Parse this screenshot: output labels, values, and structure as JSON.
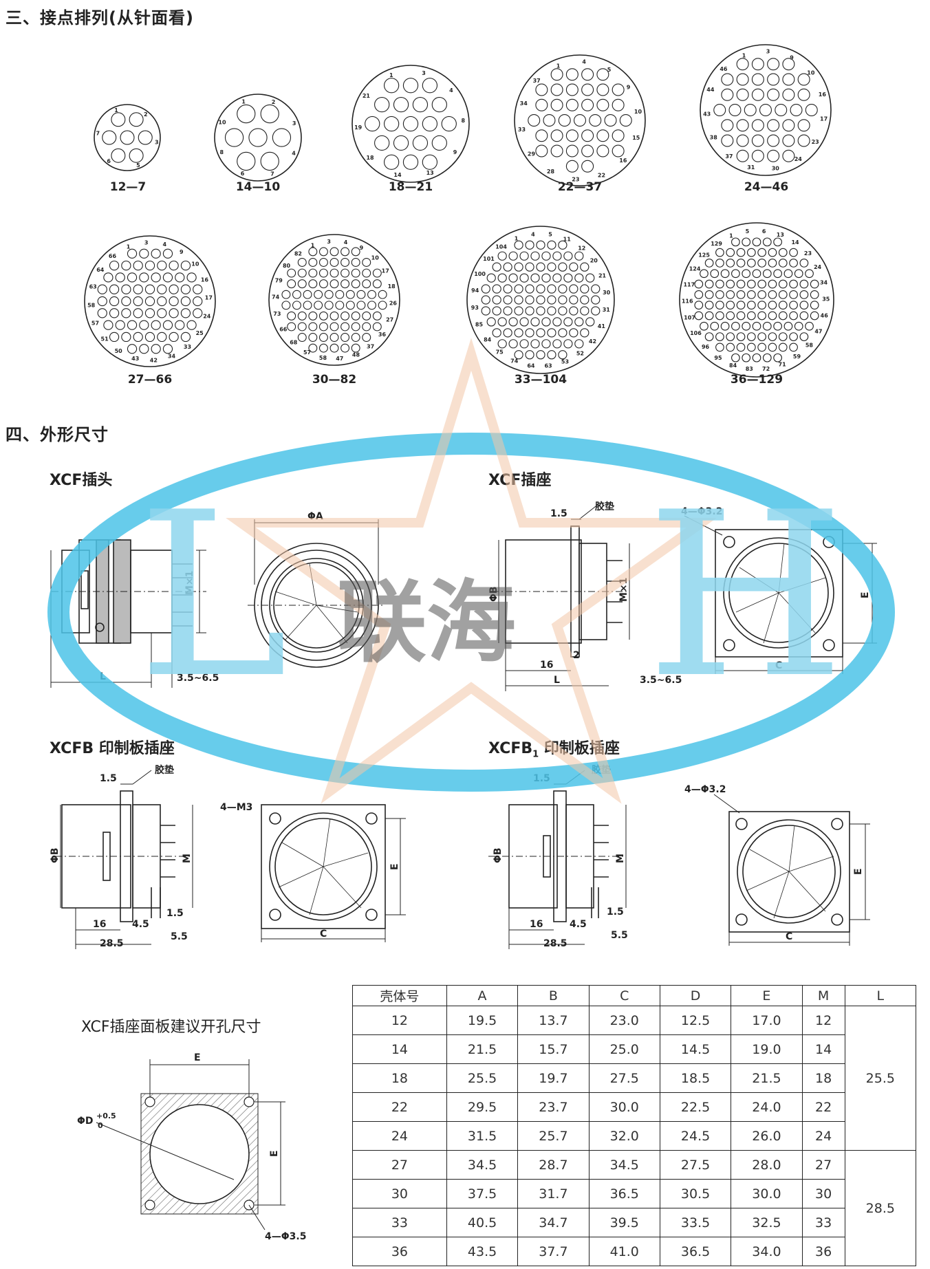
{
  "sections": {
    "contact_layout": "三、接点排列(从针面看)",
    "outline": "四、外形尺寸"
  },
  "layouts": [
    {
      "label": "12—7",
      "pins": [
        1,
        2,
        3,
        5,
        6,
        7
      ]
    },
    {
      "label": "14—10",
      "pins": [
        1,
        2,
        3,
        4,
        7,
        6,
        8,
        10
      ]
    },
    {
      "label": "18—21",
      "pins": [
        1,
        3,
        4,
        8,
        9,
        13,
        14,
        18,
        19,
        21
      ]
    },
    {
      "label": "22—37",
      "pins": [
        1,
        4,
        5,
        9,
        10,
        15,
        16,
        22,
        23,
        28,
        29,
        33,
        34,
        37
      ]
    },
    {
      "label": "24—46",
      "pins": [
        1,
        3,
        9,
        10,
        16,
        17,
        23,
        24,
        30,
        31,
        37,
        38,
        43,
        44,
        46
      ]
    },
    {
      "label": "27—66",
      "pins": [
        1,
        3,
        4,
        9,
        10,
        16,
        17,
        24,
        25,
        33,
        34,
        42,
        43,
        50,
        51,
        57,
        58,
        63,
        64,
        66
      ]
    },
    {
      "label": "30—82",
      "pins": [
        1,
        3,
        4,
        9,
        10,
        17,
        18,
        26,
        27,
        36,
        37,
        48,
        47,
        58,
        57,
        68,
        66,
        73,
        74,
        79,
        80,
        82
      ]
    },
    {
      "label": "33—104",
      "pins": [
        1,
        4,
        5,
        11,
        12,
        20,
        21,
        30,
        31,
        41,
        42,
        52,
        53,
        63,
        64,
        74,
        75,
        84,
        85,
        93,
        94,
        100,
        101,
        104
      ]
    },
    {
      "label": "36—129",
      "pins": [
        1,
        5,
        6,
        13,
        14,
        23,
        24,
        34,
        35,
        46,
        47,
        58,
        59,
        71,
        72,
        83,
        84,
        95,
        96,
        106,
        107,
        116,
        117,
        124,
        125,
        129
      ]
    }
  ],
  "subtitles": {
    "xcf_plug": "XCF插头",
    "xcf_socket": "XCF插座",
    "xcfb": "XCFB 印制板插座",
    "xcfb1_pre": "XCFB",
    "xcfb1_sub": "1",
    "xcfb1_post": "印制板插座",
    "panel": "XCF插座面板建议开孔尺寸"
  },
  "dims": {
    "phiA": "ΦA",
    "phiB": "ΦB",
    "mx1": "M×1",
    "m": "M",
    "L": "L",
    "c": "C",
    "e": "E",
    "range": "3.5~6.5",
    "d16": "16",
    "d2": "2",
    "d15": "1.5",
    "gasket": "胶垫",
    "holes32": "4—Φ3.2",
    "holesM3": "4—M3",
    "holes35": "4—Φ3.5",
    "d45": "4.5",
    "d55": "5.5",
    "d285": "28.5",
    "phiD": "ΦD",
    "tol_up": "+0.5",
    "tol_low": "0"
  },
  "table": {
    "headers": [
      "壳体号",
      "A",
      "B",
      "C",
      "D",
      "E",
      "M",
      "L"
    ],
    "rows": [
      [
        "12",
        "19.5",
        "13.7",
        "23.0",
        "12.5",
        "17.0",
        "12"
      ],
      [
        "14",
        "21.5",
        "15.7",
        "25.0",
        "14.5",
        "19.0",
        "14"
      ],
      [
        "18",
        "25.5",
        "19.7",
        "27.5",
        "18.5",
        "21.5",
        "18"
      ],
      [
        "22",
        "29.5",
        "23.7",
        "30.0",
        "22.5",
        "24.0",
        "22"
      ],
      [
        "24",
        "31.5",
        "25.7",
        "32.0",
        "24.5",
        "26.0",
        "24"
      ],
      [
        "27",
        "34.5",
        "28.7",
        "34.5",
        "27.5",
        "28.0",
        "27"
      ],
      [
        "30",
        "37.5",
        "31.7",
        "36.5",
        "30.5",
        "30.0",
        "30"
      ],
      [
        "33",
        "40.5",
        "34.7",
        "39.5",
        "33.5",
        "32.5",
        "33"
      ],
      [
        "36",
        "43.5",
        "37.7",
        "41.0",
        "36.5",
        "34.0",
        "36"
      ]
    ],
    "L_values": [
      "25.5",
      "28.5"
    ]
  },
  "watermark": {
    "text": "联海",
    "left": "L",
    "right": "H"
  },
  "colors": {
    "watermark_blue": "#4cc3e8",
    "watermark_star": "#f2c7a8",
    "ink": "#222222"
  }
}
